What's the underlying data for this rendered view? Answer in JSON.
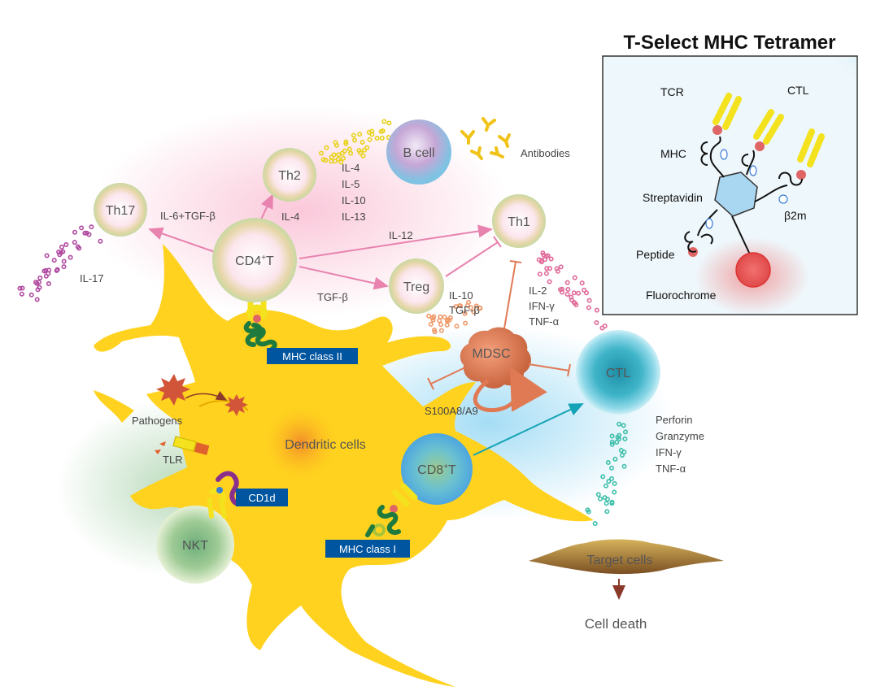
{
  "inset": {
    "title": "T-Select MHC Tetramer",
    "ctl": "CTL",
    "tcr": "TCR",
    "mhc": "MHC",
    "streptavidin": "Streptavidin",
    "b2m": "β2m",
    "peptide": "Peptide",
    "fluorochrome": "Fluorochrome"
  },
  "cells": {
    "th17": "Th17",
    "th2": "Th2",
    "bcell": "B cell",
    "th1": "Th1",
    "cd4t_main": "CD4",
    "cd4t_sup": "+",
    "cd4t_end": "T",
    "treg": "Treg",
    "mdsc": "MDSC",
    "ctl": "CTL",
    "cd8t_main": "CD8",
    "cd8t_sup": "+",
    "cd8t_end": "T",
    "nkt": "NKT",
    "dendritic": "Dendritic cells",
    "target": "Target cells"
  },
  "labels": {
    "antibodies": "Antibodies",
    "il6tgf": "IL-6+TGF-β",
    "il4_arrow": "IL-4",
    "il4": "IL-4",
    "il5": "IL-5",
    "il10_b": "IL-10",
    "il13": "IL-13",
    "il12": "IL-12",
    "il17": "IL-17",
    "tgfb": "TGF-β",
    "treg_il10": "IL-10",
    "treg_tgfb": "TGF-β",
    "il2": "IL-2",
    "ifng": "IFN-γ",
    "tnfa": "TNF-α",
    "s100": "S100A8/A9",
    "perforin": "Perforin",
    "granzyme": "Granzyme",
    "ifng2": "IFN-γ",
    "tnfa2": "TNF-α",
    "pathogens": "Pathogens",
    "tlr": "TLR",
    "cell_death": "Cell death"
  },
  "boxes": {
    "mhc2": "MHC class II",
    "cd1d": "CD1d",
    "mhc1": "MHC class I"
  },
  "colors": {
    "dc_yellow": "#FFD21F",
    "box_blue": "#0055A0",
    "pink_arrow": "#E882AE",
    "orange": "#E07A55",
    "teal": "#13A3B5",
    "tcr_yellow": "#F3E21D",
    "mhc_green": "#1F7A3E",
    "peptide_red": "#E06666"
  }
}
